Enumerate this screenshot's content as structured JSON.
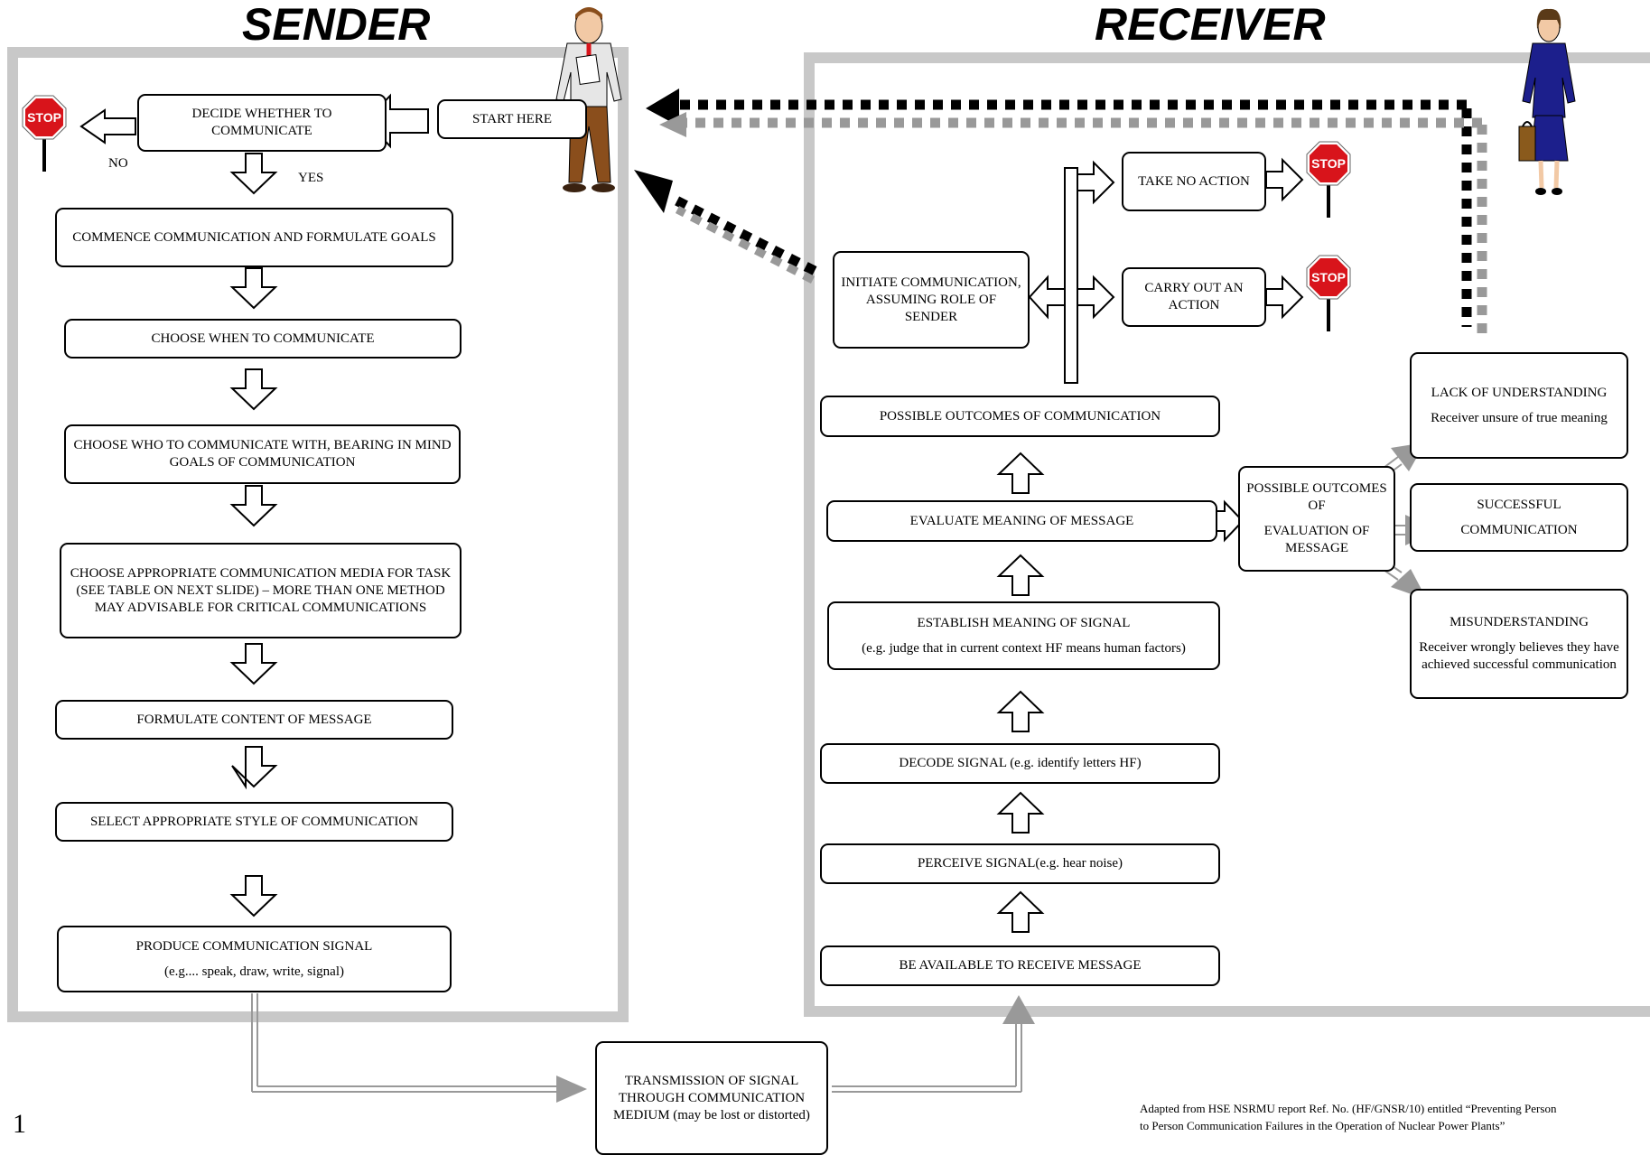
{
  "headers": {
    "sender": "SENDER",
    "receiver": "RECEIVER"
  },
  "sender": {
    "start_here": "START HERE",
    "decide": "DECIDE WHETHER TO COMMUNICATE",
    "no_label": "NO",
    "yes_label": "YES",
    "commence": "COMMENCE COMMUNICATION AND FORMULATE GOALS",
    "choose_when": "CHOOSE WHEN TO COMMUNICATE",
    "choose_who": "CHOOSE WHO TO COMMUNICATE WITH, BEARING IN MIND GOALS OF COMMUNICATION",
    "choose_media": "CHOOSE APPROPRIATE COMMUNICATION MEDIA FOR TASK (SEE TABLE ON NEXT SLIDE) – MORE THAN ONE METHOD MAY ADVISABLE FOR CRITICAL COMMUNICATIONS",
    "formulate": "FORMULATE CONTENT OF MESSAGE",
    "select_style": "SELECT APPROPRIATE STYLE OF COMMUNICATION",
    "produce_title": "PRODUCE COMMUNICATION SIGNAL",
    "produce_sub": "(e.g.... speak, draw, write, signal)"
  },
  "transmission": "TRANSMISSION OF SIGNAL THROUGH COMMUNICATION MEDIUM (may be lost or distorted)",
  "receiver": {
    "be_available": "BE AVAILABLE TO RECEIVE MESSAGE",
    "perceive": "PERCEIVE SIGNAL(e.g. hear noise)",
    "decode": "DECODE SIGNAL (e.g. identify letters HF)",
    "establish_title": "ESTABLISH MEANING OF SIGNAL",
    "establish_sub": "(e.g. judge that in current context HF means human factors)",
    "evaluate": "EVALUATE MEANING OF MESSAGE",
    "possible_outcomes_comm": "POSSIBLE OUTCOMES OF COMMUNICATION",
    "initiate": "INITIATE COMMUNICATION, ASSUMING ROLE OF SENDER",
    "take_no_action": "TAKE NO ACTION",
    "carry_out": "CARRY OUT AN ACTION",
    "possible_outcomes_eval_1": "POSSIBLE OUTCOMES  OF",
    "possible_outcomes_eval_2": "EVALUATION OF MESSAGE",
    "lack_title": "LACK OF UNDERSTANDING",
    "lack_sub": "Receiver unsure of true meaning",
    "successful_1": "SUCCESSFUL",
    "successful_2": "COMMUNICATION",
    "misunderstanding_title": "MISUNDERSTANDING",
    "misunderstanding_sub": "Receiver wrongly believes they have achieved successful communication"
  },
  "stop_sign_text": "STOP",
  "page_number": "1",
  "credit_line1": "Adapted from HSE NSRMU report Ref. No. (HF/GNSR/10) entitled “Preventing Person",
  "credit_line2": "to Person Communication Failures in the Operation of Nuclear Power Plants”",
  "colors": {
    "panel_border": "#c8c8c8",
    "grey_arrow": "#999999",
    "stop_red": "#d8141b",
    "jacket_blue": "#1c1f8c",
    "trousers_brown": "#8a4e1c"
  }
}
